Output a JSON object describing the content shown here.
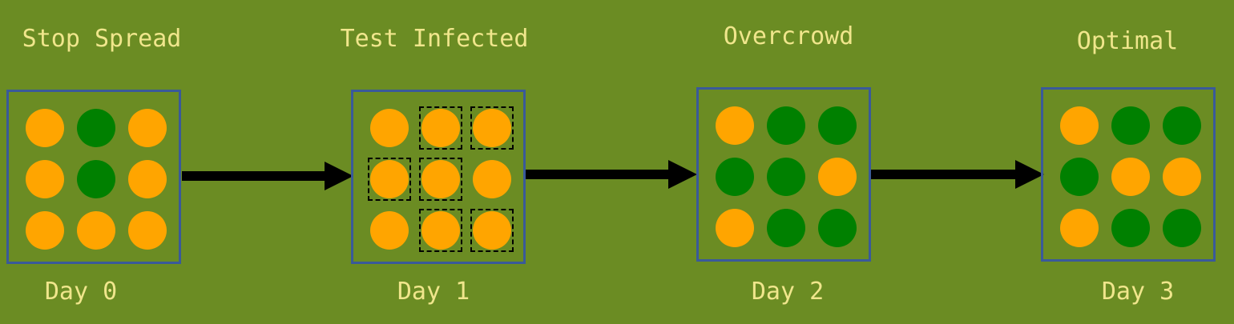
{
  "colors": {
    "background": "#6b8c23",
    "infected": "#ffa500",
    "healthy": "#008000",
    "box_border": "#3a5a9a",
    "label_text": "#f0e68c"
  },
  "stages": [
    {
      "title": "Stop Spread",
      "day": "Day 0",
      "cells": [
        [
          "infected",
          "healthy",
          "infected"
        ],
        [
          "infected",
          "healthy",
          "infected"
        ],
        [
          "infected",
          "infected",
          "infected"
        ]
      ],
      "tested": []
    },
    {
      "title": "Test Infected",
      "day": "Day 1",
      "cells": [
        [
          "infected",
          "infected",
          "infected"
        ],
        [
          "infected",
          "infected",
          "infected"
        ],
        [
          "infected",
          "infected",
          "infected"
        ]
      ],
      "tested": [
        [
          0,
          1
        ],
        [
          0,
          2
        ],
        [
          1,
          0
        ],
        [
          1,
          1
        ],
        [
          2,
          1
        ],
        [
          2,
          2
        ]
      ]
    },
    {
      "title": "Overcrowd",
      "day": "Day 2",
      "cells": [
        [
          "infected",
          "healthy",
          "healthy"
        ],
        [
          "healthy",
          "healthy",
          "infected"
        ],
        [
          "infected",
          "healthy",
          "healthy"
        ]
      ],
      "tested": []
    },
    {
      "title": "Optimal",
      "day": "Day 3",
      "cells": [
        [
          "infected",
          "healthy",
          "healthy"
        ],
        [
          "healthy",
          "infected",
          "infected"
        ],
        [
          "infected",
          "healthy",
          "healthy"
        ]
      ],
      "tested": []
    }
  ]
}
